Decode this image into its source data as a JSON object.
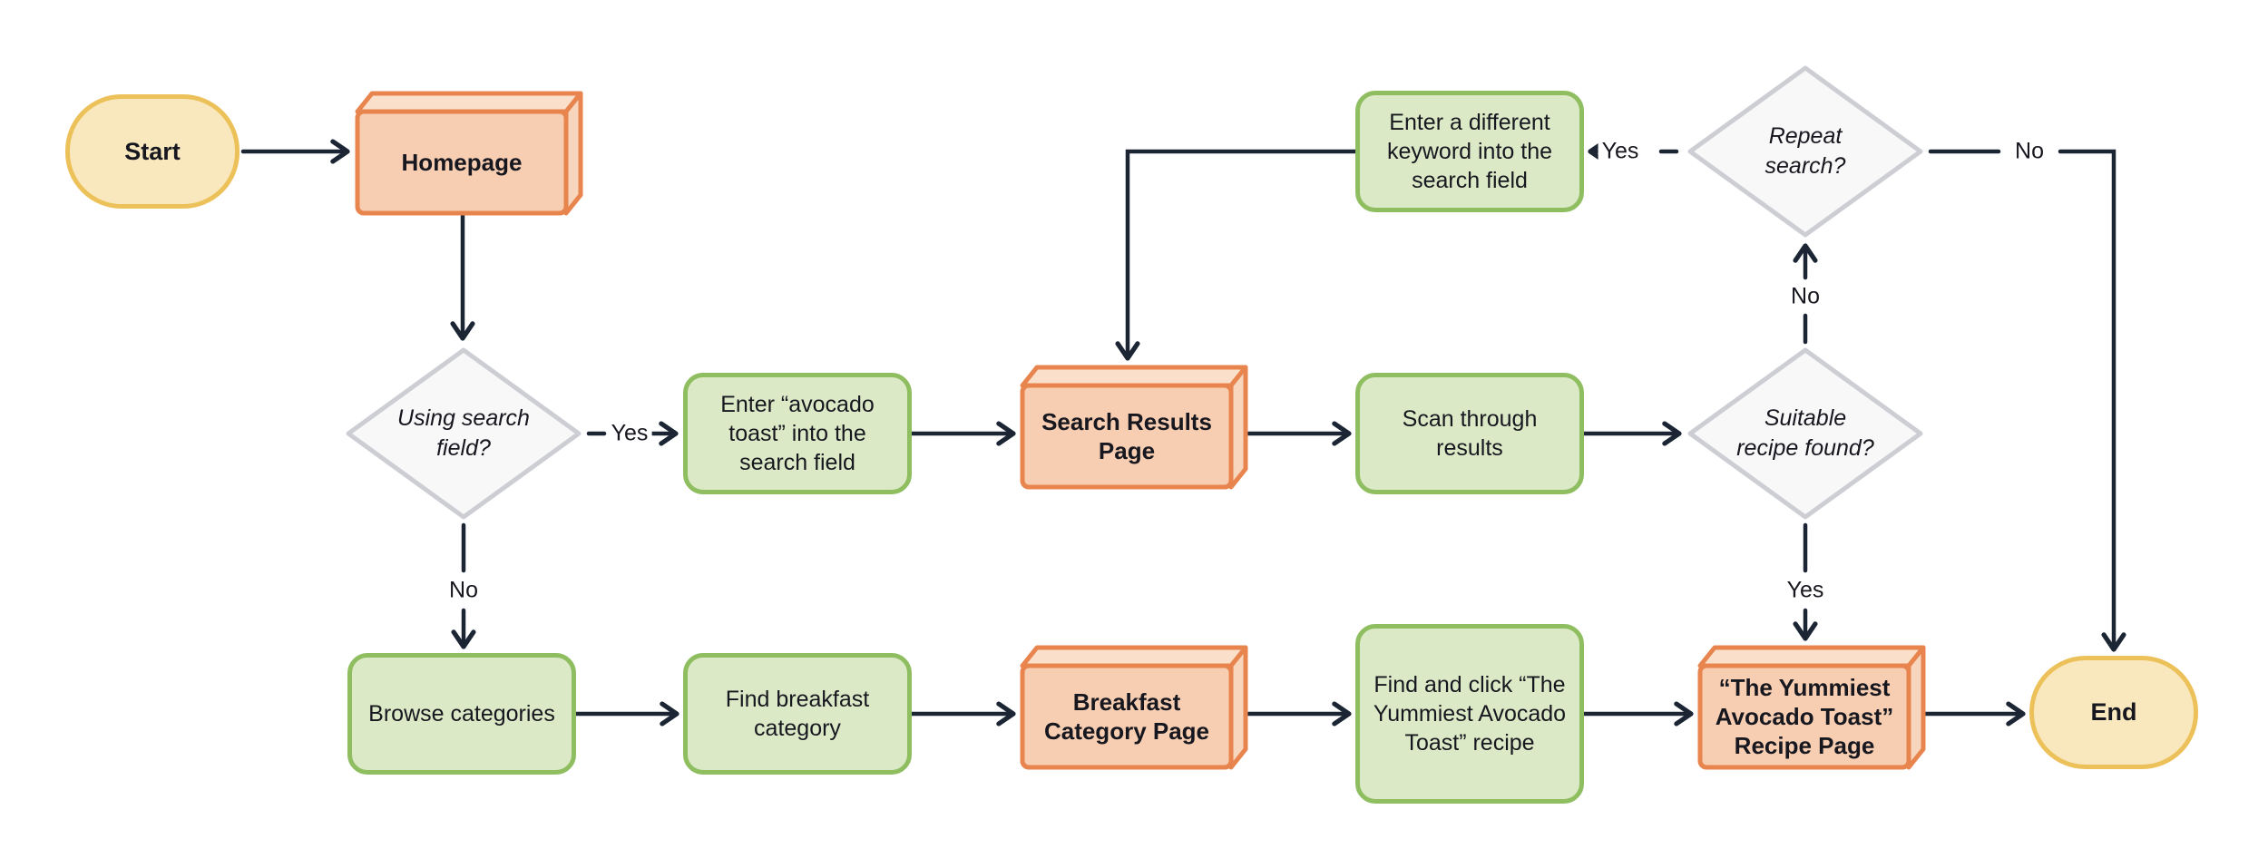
{
  "diagram": {
    "type": "flowchart",
    "nodes": {
      "start": {
        "type": "terminal",
        "label": "Start"
      },
      "homepage": {
        "type": "page",
        "label": "Homepage"
      },
      "using_search_field": {
        "type": "decision",
        "label": "Using search field?"
      },
      "enter_avocado_toast": {
        "type": "process",
        "label": "Enter “avocado toast” into the search field"
      },
      "search_results_page": {
        "type": "page",
        "label": "Search Results Page"
      },
      "scan_through_results": {
        "type": "process",
        "label": "Scan through results"
      },
      "suitable_recipe_found": {
        "type": "decision",
        "label": "Suitable recipe found?"
      },
      "enter_different_keyword": {
        "type": "process",
        "label": "Enter a different keyword into the search field"
      },
      "repeat_search": {
        "type": "decision",
        "label": "Repeat search?"
      },
      "browse_categories": {
        "type": "process",
        "label": "Browse categories"
      },
      "find_breakfast_category": {
        "type": "process",
        "label": "Find breakfast category"
      },
      "breakfast_category_page": {
        "type": "page",
        "label": "Breakfast Category Page"
      },
      "find_and_click_recipe": {
        "type": "process",
        "label": "Find and click “The Yummiest Avocado Toast” recipe"
      },
      "recipe_page": {
        "type": "page",
        "label": "“The Yummiest Avocado Toast” Recipe Page"
      },
      "end": {
        "type": "terminal",
        "label": "End"
      }
    },
    "edges": [
      {
        "from": "start",
        "to": "homepage",
        "label": ""
      },
      {
        "from": "homepage",
        "to": "using_search_field",
        "label": ""
      },
      {
        "from": "using_search_field",
        "to": "enter_avocado_toast",
        "label": "Yes"
      },
      {
        "from": "enter_avocado_toast",
        "to": "search_results_page",
        "label": ""
      },
      {
        "from": "search_results_page",
        "to": "scan_through_results",
        "label": ""
      },
      {
        "from": "scan_through_results",
        "to": "suitable_recipe_found",
        "label": ""
      },
      {
        "from": "suitable_recipe_found",
        "to": "recipe_page",
        "label": "Yes"
      },
      {
        "from": "suitable_recipe_found",
        "to": "repeat_search",
        "label": "No"
      },
      {
        "from": "repeat_search",
        "to": "enter_different_keyword",
        "label": "Yes"
      },
      {
        "from": "repeat_search",
        "to": "end",
        "label": "No"
      },
      {
        "from": "enter_different_keyword",
        "to": "search_results_page",
        "label": ""
      },
      {
        "from": "using_search_field",
        "to": "browse_categories",
        "label": "No"
      },
      {
        "from": "browse_categories",
        "to": "find_breakfast_category",
        "label": ""
      },
      {
        "from": "find_breakfast_category",
        "to": "breakfast_category_page",
        "label": ""
      },
      {
        "from": "breakfast_category_page",
        "to": "find_and_click_recipe",
        "label": ""
      },
      {
        "from": "find_and_click_recipe",
        "to": "recipe_page",
        "label": ""
      },
      {
        "from": "recipe_page",
        "to": "end",
        "label": ""
      }
    ],
    "colors": {
      "line": "#1B2534",
      "text": "#17171F",
      "terminal_border": "#EDC15A",
      "terminal_fill": "#F9E8BD",
      "page_border": "#E8854F",
      "page_fill": "#F7CEB2",
      "page_top": "#FAE0CB",
      "page_side": "#F8D6BE",
      "process_border": "#8FBE60",
      "process_fill": "#DBE9C6",
      "decision_border": "#CDCDD4",
      "decision_fill": "#F8F8F9",
      "background": "#FFFFFF"
    }
  }
}
